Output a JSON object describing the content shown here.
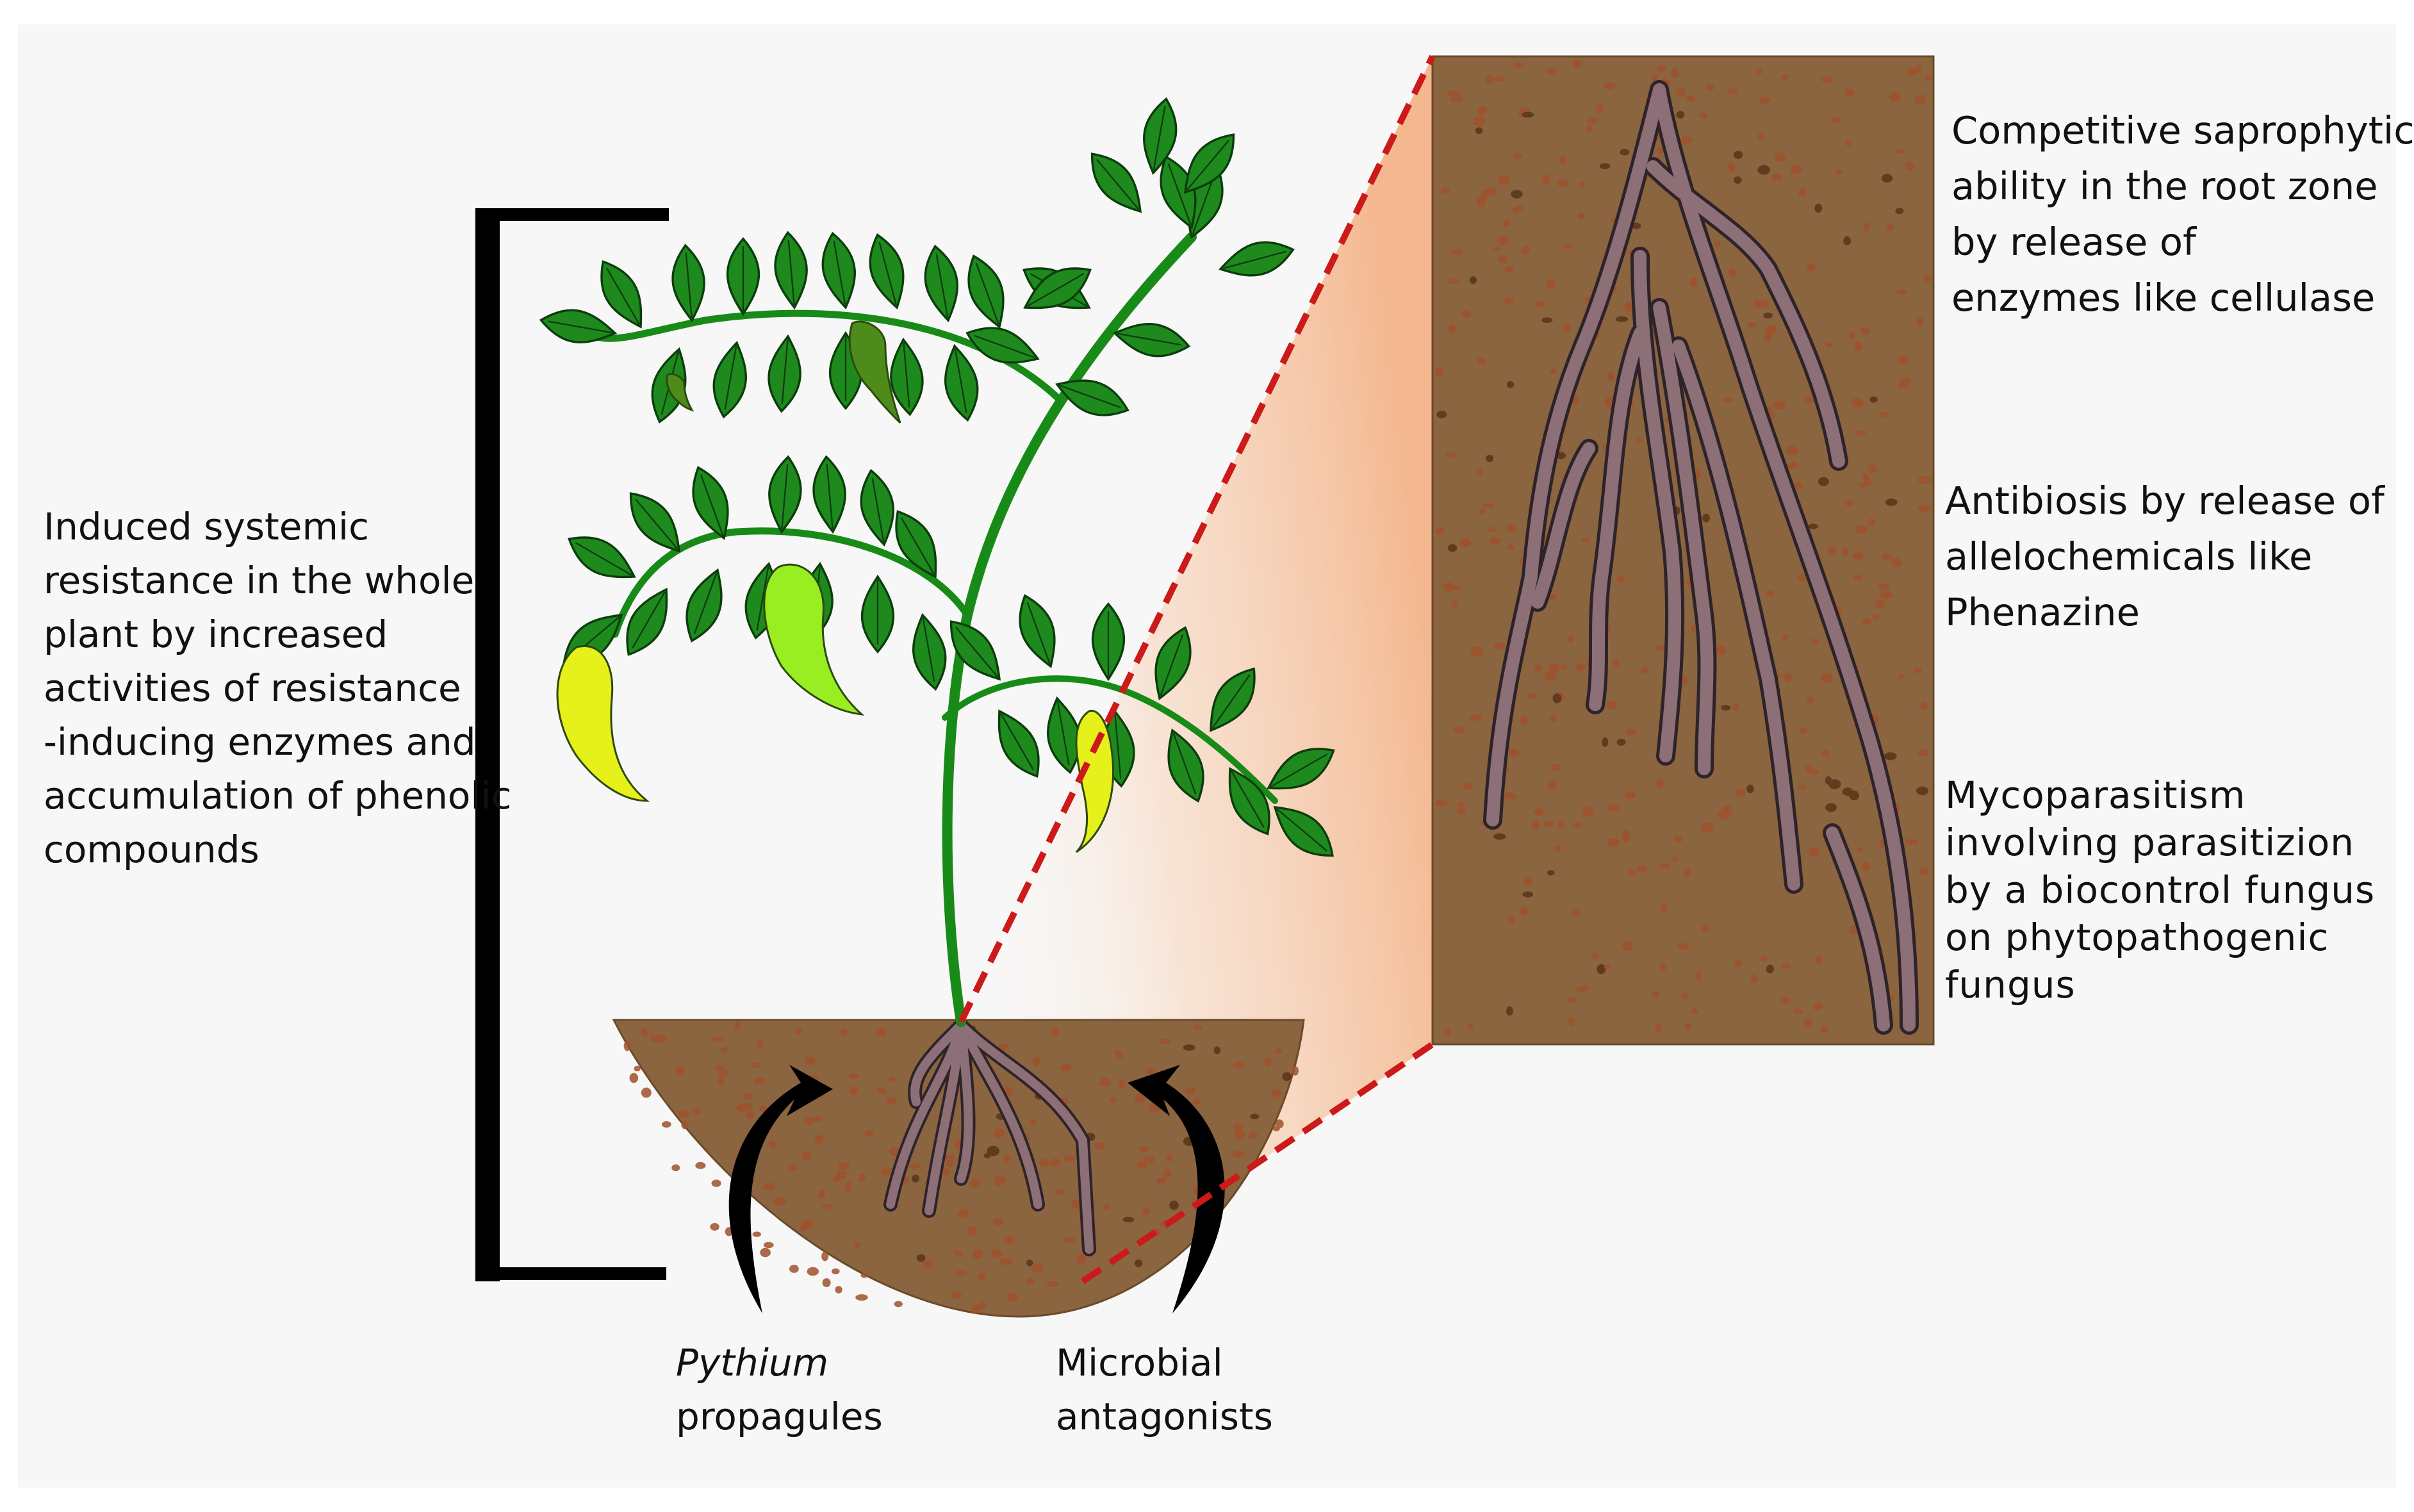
{
  "labels": {
    "left": {
      "lines": [
        "Induced systemic",
        "resistance in the whole",
        "plant by increased",
        "activities of resistance",
        "-inducing enzymes and",
        "accumulation of phenolic",
        "compounds"
      ]
    },
    "right": [
      {
        "lines": [
          "Competitive saprophytic",
          "ability in the root zone",
          "by release of",
          "enzymes like cellulase"
        ]
      },
      {
        "lines": [
          "Antibiosis by release of",
          "allelochemicals like",
          "Phenazine"
        ]
      },
      {
        "lines": [
          "Mycoparasitism",
          "involving parasitizion",
          "by a biocontrol fungus",
          "on phytopathogenic",
          "fungus"
        ]
      }
    ],
    "bottom": [
      {
        "italic": "Pythium",
        "plain": "propagules"
      },
      {
        "line1": "Microbial",
        "line2": "antagonists"
      }
    ]
  },
  "colors": {
    "soil": "#8b6440",
    "soil_dots": "#a0522d",
    "root": "#8c6f77",
    "stem": "#188a18",
    "leaf": "#1e8a1e",
    "pepper_yellow": "#e6f01a",
    "pepper_lime": "#99ee22",
    "pepper_green": "#4d8c1a",
    "zoom_line": "#cc1a1a",
    "bracket": "#000000"
  }
}
